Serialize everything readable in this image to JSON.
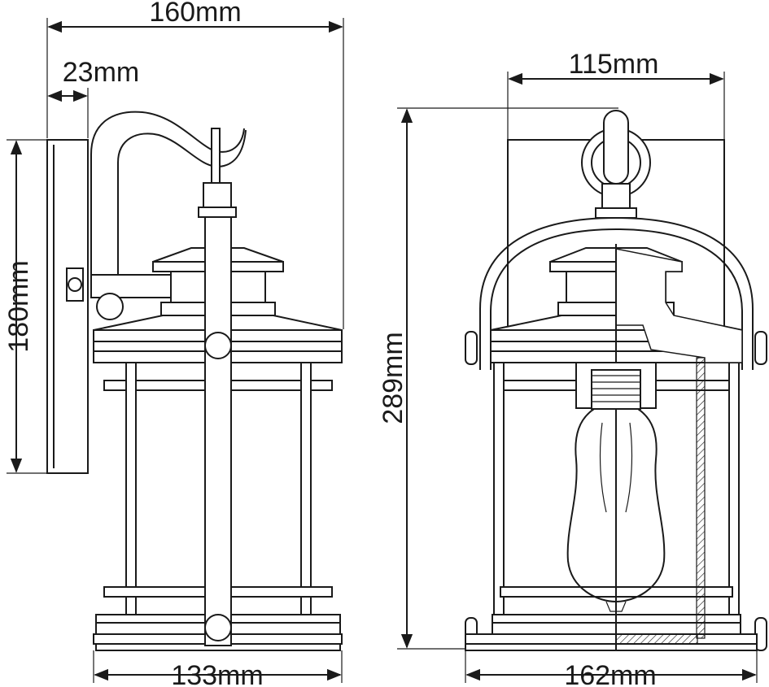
{
  "dimensions": {
    "side_total_width": "160mm",
    "side_backplate_depth": "23mm",
    "side_height": "180mm",
    "side_base_width": "133mm",
    "front_top_width": "115mm",
    "front_total_height": "289mm",
    "front_base_width": "162mm"
  }
}
